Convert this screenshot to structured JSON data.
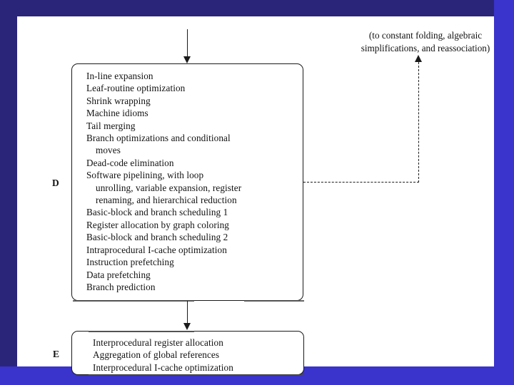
{
  "slide": {
    "frame": {
      "top_color": "#2a2578",
      "left_color": "#2a2578",
      "right_color": "#3a33cc",
      "bottom_color": "#3a33cc",
      "background": "#ffffff"
    }
  },
  "caption": {
    "line1": "(to constant folding, algebraic",
    "line2": "simplifications, and reassociation)"
  },
  "stages": [
    {
      "letter": "D",
      "items": [
        {
          "text": "In-line expansion",
          "continuation": false
        },
        {
          "text": "Leaf-routine optimization",
          "continuation": false
        },
        {
          "text": "Shrink wrapping",
          "continuation": false
        },
        {
          "text": "Machine idioms",
          "continuation": false
        },
        {
          "text": "Tail merging",
          "continuation": false
        },
        {
          "text": "Branch optimizations and conditional",
          "continuation": false
        },
        {
          "text": "moves",
          "continuation": true
        },
        {
          "text": "Dead-code elimination",
          "continuation": false
        },
        {
          "text": "Software pipelining, with loop",
          "continuation": false
        },
        {
          "text": "unrolling, variable expansion, register",
          "continuation": true
        },
        {
          "text": "renaming, and hierarchical reduction",
          "continuation": true
        },
        {
          "text": "Basic-block and branch scheduling 1",
          "continuation": false
        },
        {
          "text": "Register allocation by graph coloring",
          "continuation": false
        },
        {
          "text": "Basic-block and branch scheduling 2",
          "continuation": false
        },
        {
          "text": "Intraprocedural I-cache optimization",
          "continuation": false
        },
        {
          "text": "Instruction prefetching",
          "continuation": false
        },
        {
          "text": "Data prefetching",
          "continuation": false
        },
        {
          "text": "Branch prediction",
          "continuation": false
        }
      ]
    },
    {
      "letter": "E",
      "items": [
        {
          "text": "Interprocedural register allocation",
          "continuation": false
        },
        {
          "text": "Aggregation of global references",
          "continuation": false
        },
        {
          "text": "Interprocedural I-cache optimization",
          "continuation": false
        }
      ]
    }
  ],
  "connectors": {
    "into_d": "arrow-down",
    "d_to_e": "arrow-down",
    "feedback": "dashed-arrow-up"
  }
}
